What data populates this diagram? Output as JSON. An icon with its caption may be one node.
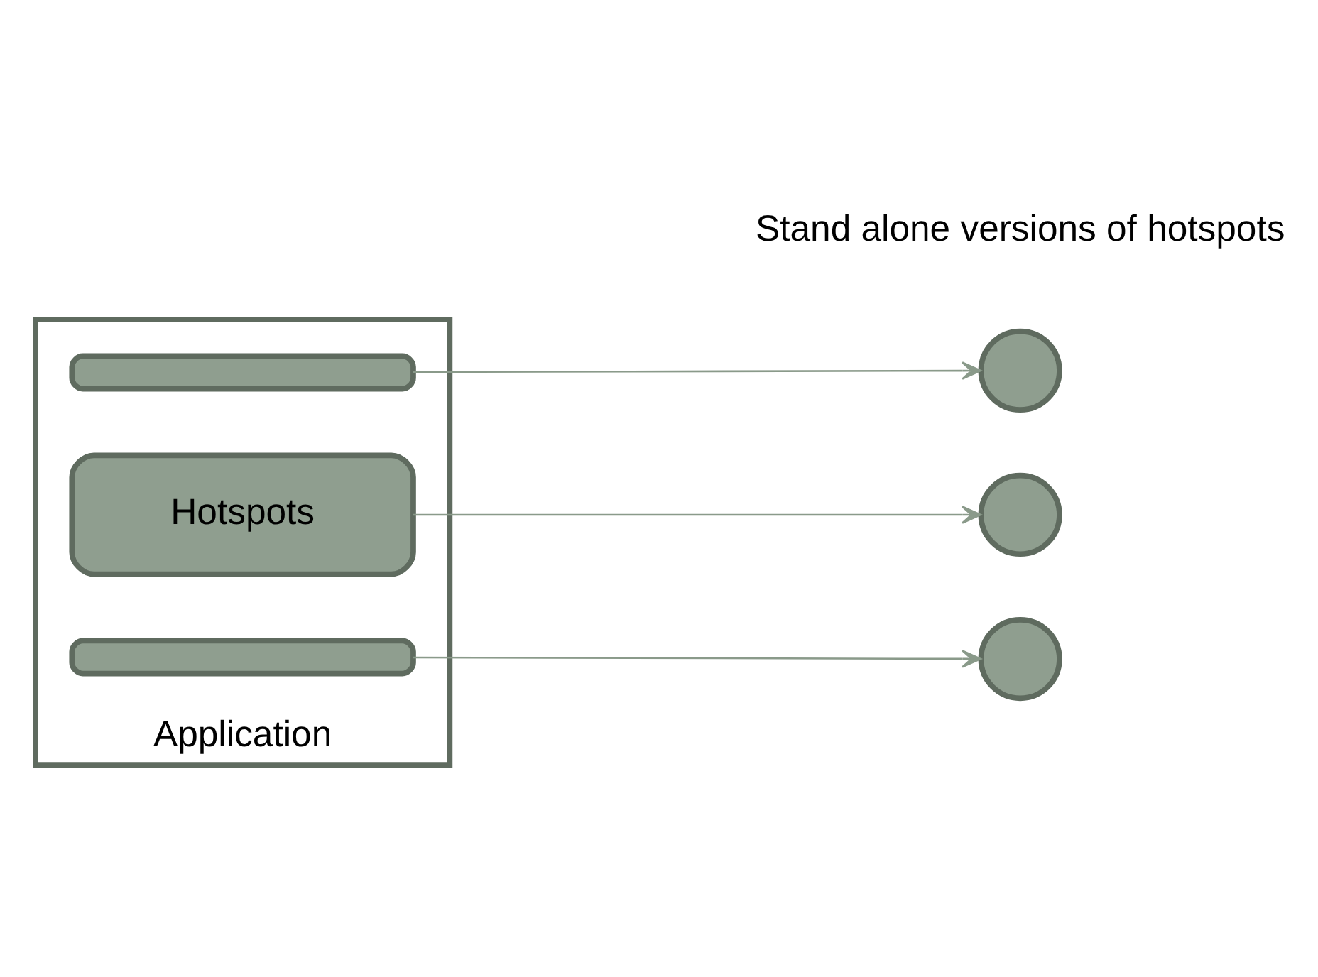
{
  "diagram": {
    "nodes": [
      {
        "text": [
          "Application"
        ]
      },
      {
        "text": [],
        "shape": "bar",
        "in": 0
      },
      {
        "text": [
          "Hotspots"
        ],
        "in": 0
      },
      {
        "text": [],
        "shape": "bar",
        "in": 0
      },
      {
        "text": [],
        "shape": "circle"
      },
      {
        "text": [],
        "shape": "circle"
      },
      {
        "text": [],
        "shape": "circle"
      }
    ],
    "edges": [
      {
        "from": 1,
        "to": 4,
        "arrow": "to"
      },
      {
        "from": 2,
        "to": 5,
        "arrow": "to"
      },
      {
        "from": 3,
        "to": 6,
        "arrow": "to"
      }
    ],
    "labels": [
      "Stand alone versions of hotspots"
    ]
  }
}
